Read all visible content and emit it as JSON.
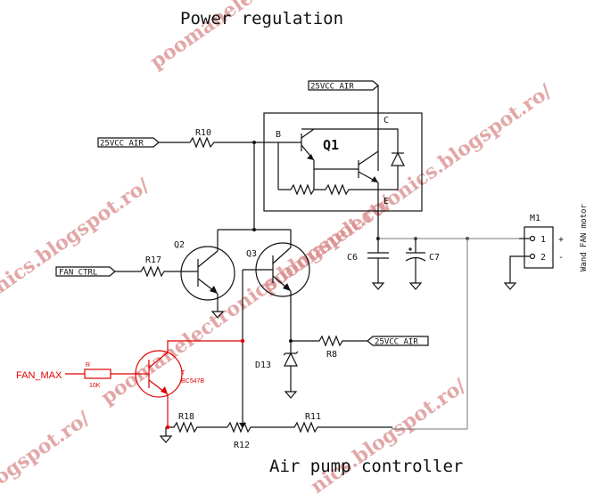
{
  "titles": {
    "top": "Power regulation",
    "bottom": "Air pump controller"
  },
  "net_labels": {
    "vcc_top": "25VCC_AIR",
    "vcc_left": "25VCC_AIR",
    "vcc_right": "25VCC_AIR",
    "fan_ctrl": "FAN_CTRL"
  },
  "components": {
    "r10": "R10",
    "r17": "R17",
    "r8": "R8",
    "r18": "R18",
    "r12": "R12",
    "r11": "R11",
    "q1": "Q1",
    "q1_b": "B",
    "q1_c": "C",
    "q1_e": "E",
    "q2": "Q2",
    "q3": "Q3",
    "d13": "D13",
    "c6": "C6",
    "c7": "C7",
    "m1": "M1",
    "m1_pin1": "1",
    "m1_pin2": "2",
    "m1_plus": "+",
    "m1_minus": "-",
    "motor_desc": "Wand FAN motor"
  },
  "added_circuit": {
    "fan_max": "FAN_MAX",
    "r_label": "R",
    "r_value": "10K",
    "t_label": "T",
    "t_part": "BC547B",
    "color": "#e00000"
  },
  "watermark": {
    "text_1": "poomanelectronics.blogspot.ro/",
    "text_2": "poomanelectronics.blogspot.ro/",
    "text_3": "nics.blogspot.ro/",
    "text_4": "poomanelectronics.blogspot.ro/",
    "text_5": "ogspot.ro/",
    "text_6": "nics.blogspot.ro/",
    "color": "#d98a8a"
  }
}
